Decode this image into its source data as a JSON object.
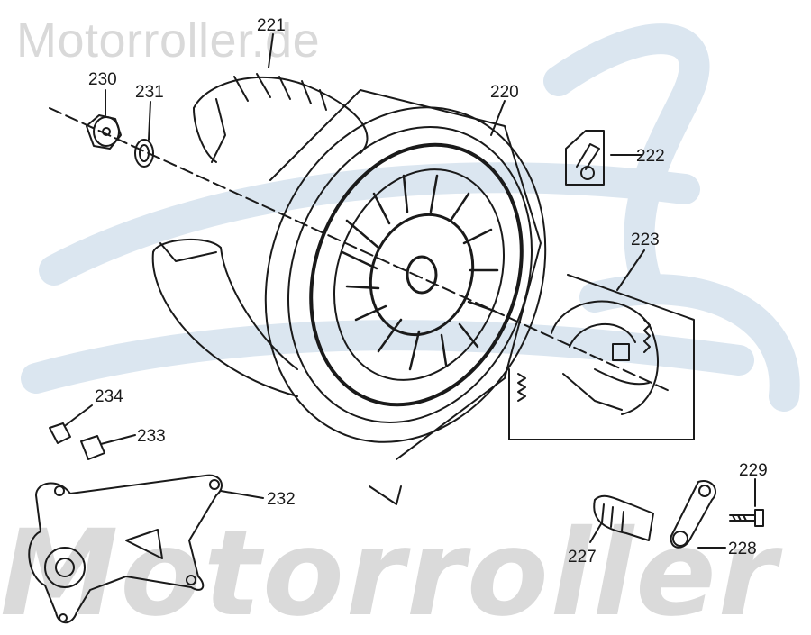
{
  "watermark": {
    "top_text": "Motorroller.de",
    "bottom_text": "Motorroller"
  },
  "labels": {
    "p220": "220",
    "p221": "221",
    "p222": "222",
    "p223": "223",
    "p227": "227",
    "p228": "228",
    "p229": "229",
    "p230": "230",
    "p231": "231",
    "p232": "232",
    "p233": "233",
    "p234": "234"
  },
  "colors": {
    "ink": "#1a1a1a",
    "watermark_gray": "#d9d9d9",
    "watermark_blue": "#dbe6f0"
  }
}
